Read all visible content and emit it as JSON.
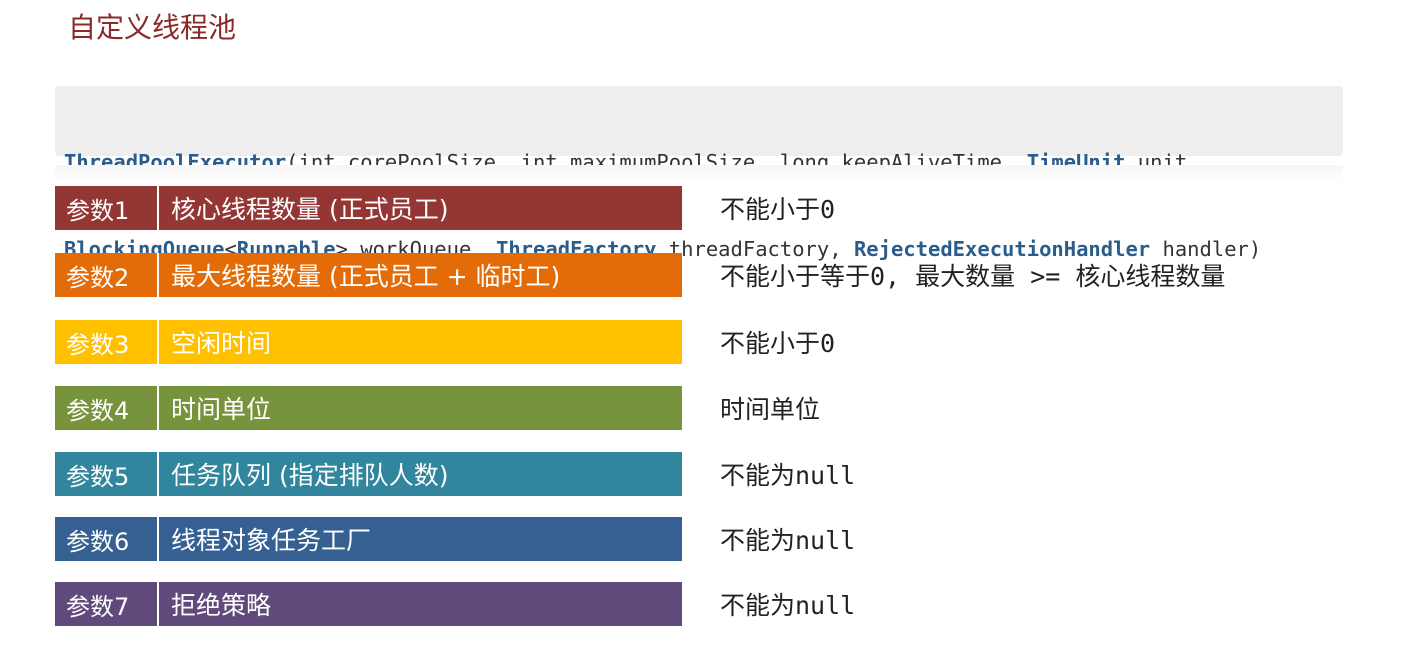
{
  "title": "自定义线程池",
  "code": {
    "line1": [
      {
        "t": "ThreadPoolExecutor",
        "k": true
      },
      {
        "t": "(int corePoolSize, int maximumPoolSize, long keepAliveTime, ",
        "k": false
      },
      {
        "t": "TimeUnit",
        "k": true
      },
      {
        "t": " unit,",
        "k": false
      }
    ],
    "line2": [
      {
        "t": "BlockingQueue",
        "k": true
      },
      {
        "t": "<",
        "k": false
      },
      {
        "t": "Runnable",
        "k": true
      },
      {
        "t": "> workQueue, ",
        "k": false
      },
      {
        "t": "ThreadFactory",
        "k": true
      },
      {
        "t": " threadFactory, ",
        "k": false
      },
      {
        "t": "RejectedExecutionHandler",
        "k": true
      },
      {
        "t": " handler)",
        "k": false
      }
    ]
  },
  "params": [
    {
      "tag": "参数1",
      "label": "核心线程数量 (正式员工)",
      "desc": "不能小于0",
      "color": "#943634"
    },
    {
      "tag": "参数2",
      "label": "最大线程数量 (正式员工 + 临时工)",
      "desc": "不能小于等于0, 最大数量 >= 核心线程数量",
      "color": "#e36c09"
    },
    {
      "tag": "参数3",
      "label": "空闲时间",
      "desc": "不能小于0",
      "color": "#ffc000"
    },
    {
      "tag": "参数4",
      "label": "时间单位",
      "desc": "时间单位",
      "color": "#77933c"
    },
    {
      "tag": "参数5",
      "label": "任务队列 (指定排队人数)",
      "desc": "不能为null",
      "color": "#31859c"
    },
    {
      "tag": "参数6",
      "label": "线程对象任务工厂",
      "desc": "不能为null",
      "color": "#366092"
    },
    {
      "tag": "参数7",
      "label": "拒绝策略",
      "desc": "不能为null",
      "color": "#604a7b"
    }
  ]
}
